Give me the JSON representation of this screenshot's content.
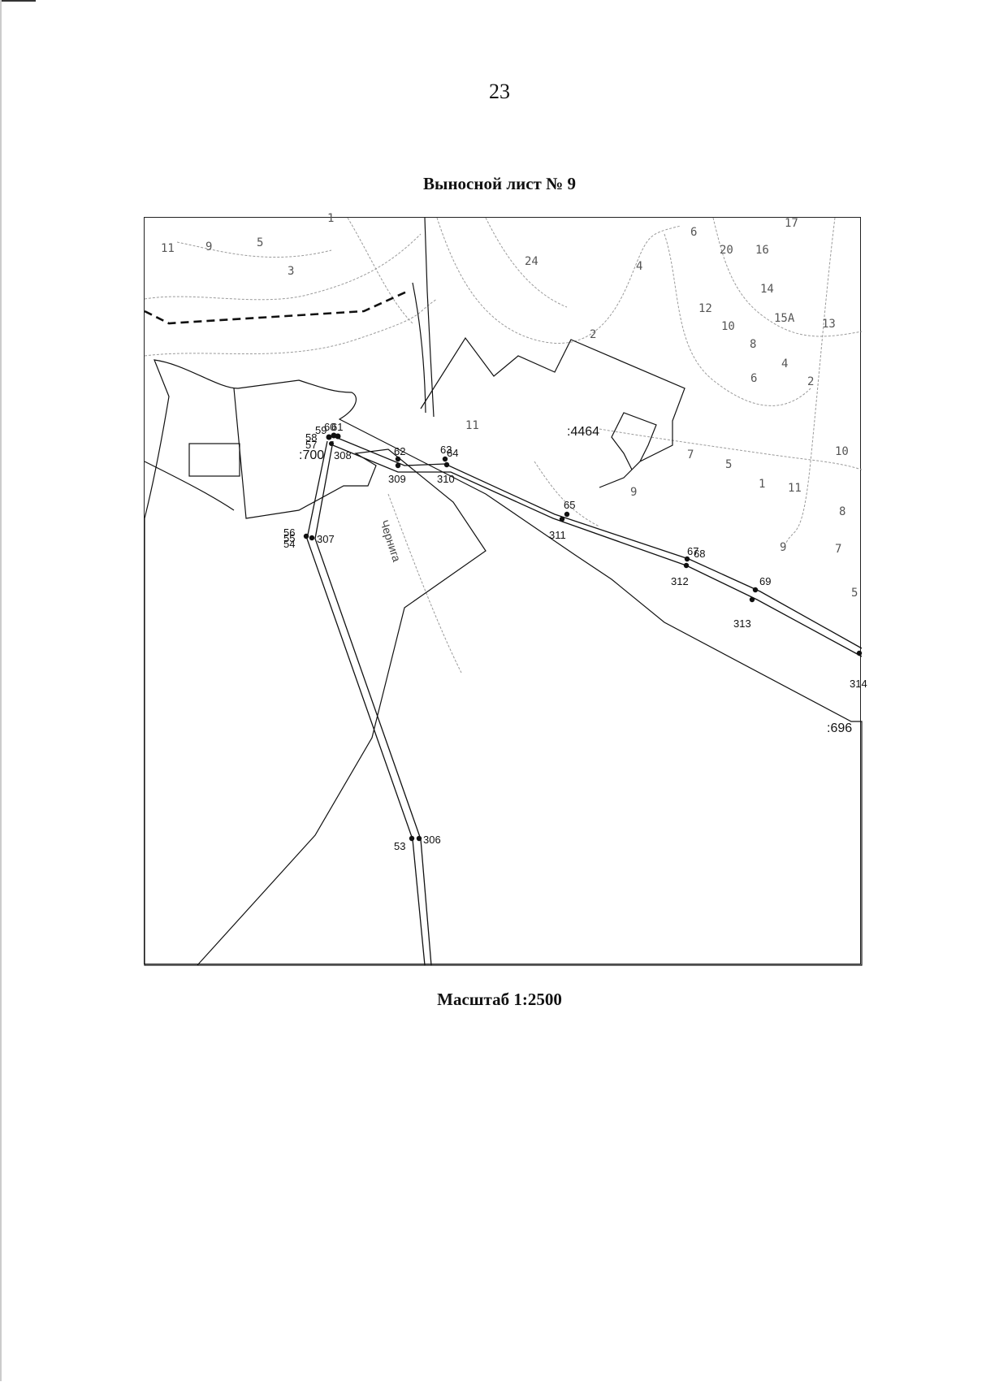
{
  "page": {
    "number": "23",
    "title": "Выносной лист № 9",
    "scale": "Масштаб 1:2500"
  },
  "map": {
    "parcels": [
      {
        "id": "p4464",
        "label": ":4464"
      },
      {
        "id": "p700",
        "label": ":700"
      },
      {
        "id": "p696",
        "label": ":696"
      }
    ],
    "street_label": "Чернига",
    "points": [
      {
        "id": "53",
        "label": "53"
      },
      {
        "id": "54",
        "label": "54"
      },
      {
        "id": "55",
        "label": "55"
      },
      {
        "id": "56",
        "label": "56"
      },
      {
        "id": "57",
        "label": "57"
      },
      {
        "id": "58",
        "label": "58"
      },
      {
        "id": "59",
        "label": "59"
      },
      {
        "id": "60",
        "label": "60"
      },
      {
        "id": "61",
        "label": "61"
      },
      {
        "id": "62",
        "label": "62"
      },
      {
        "id": "63",
        "label": "63"
      },
      {
        "id": "64",
        "label": "64"
      },
      {
        "id": "65",
        "label": "65"
      },
      {
        "id": "67",
        "label": "67"
      },
      {
        "id": "68",
        "label": "68"
      },
      {
        "id": "69",
        "label": "69"
      },
      {
        "id": "306",
        "label": "306"
      },
      {
        "id": "307",
        "label": "307"
      },
      {
        "id": "308",
        "label": "308"
      },
      {
        "id": "309",
        "label": "309"
      },
      {
        "id": "310",
        "label": "310"
      },
      {
        "id": "311",
        "label": "311"
      },
      {
        "id": "312",
        "label": "312"
      },
      {
        "id": "313",
        "label": "313"
      },
      {
        "id": "314",
        "label": "314"
      }
    ],
    "background_labels": [
      "11",
      "9",
      "5",
      "1",
      "3",
      "24",
      "4",
      "6",
      "20",
      "16",
      "17",
      "14",
      "12",
      "15A",
      "13",
      "10",
      "8",
      "4",
      "6",
      "2",
      "2",
      "11",
      "7",
      "5",
      "1",
      "11",
      "9",
      "10",
      "8",
      "9",
      "7",
      "5"
    ]
  }
}
